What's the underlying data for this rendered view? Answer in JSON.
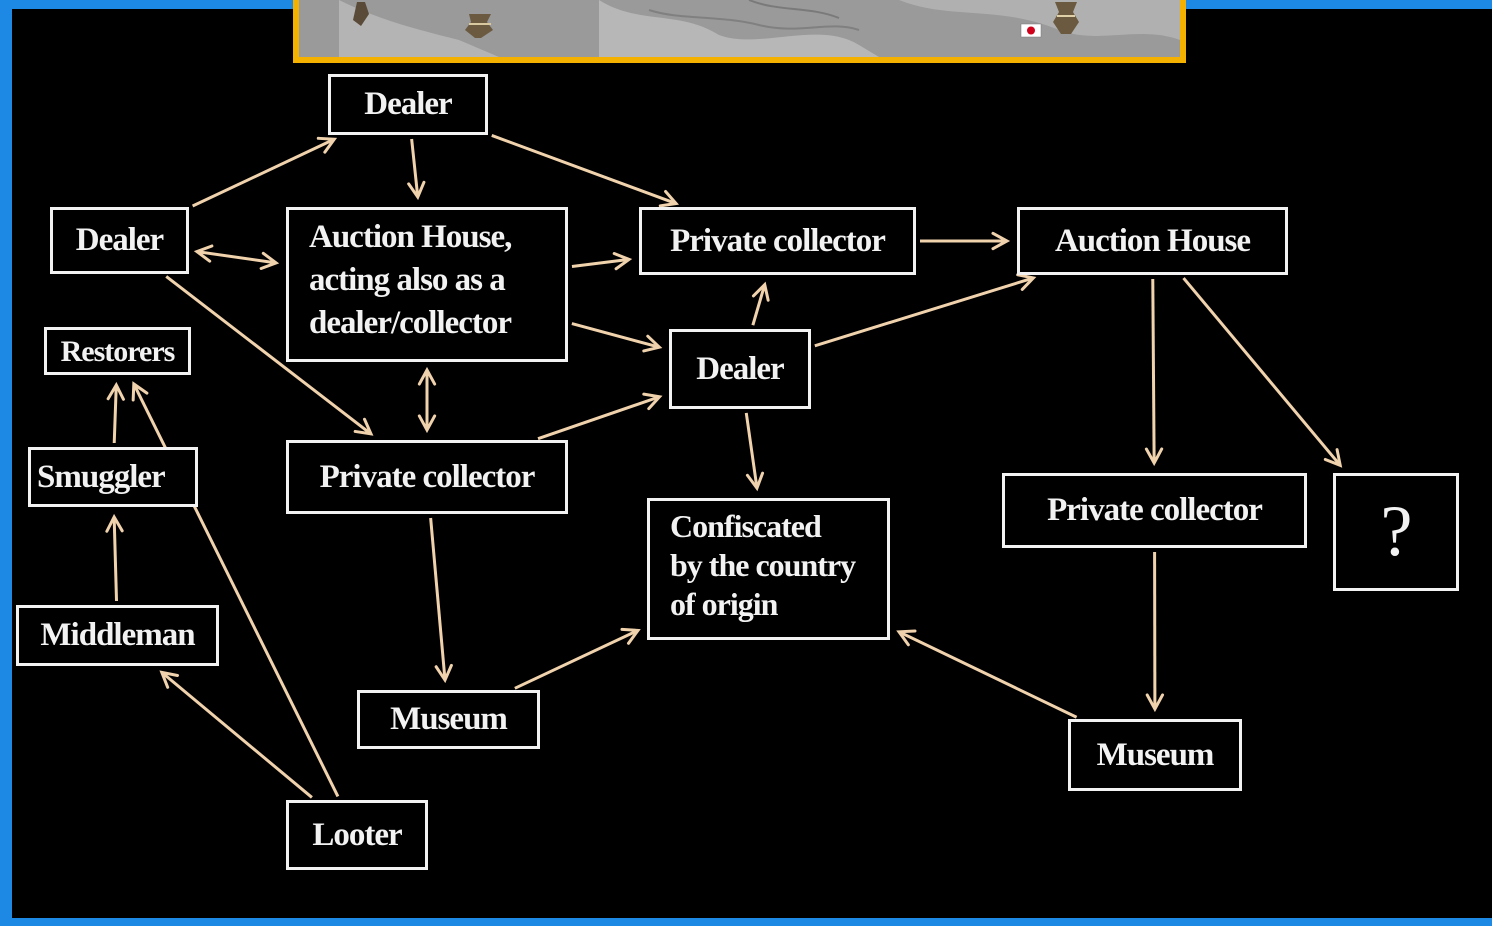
{
  "colors": {
    "frame": "#1e88e5",
    "map_border": "#f5b100",
    "arrow": "#f0d2ad",
    "box": "#f2f2f2",
    "background": "#000000"
  },
  "map_strip": {
    "flag_icon": "japan-flag-icon",
    "artifact_icons": [
      "vase-icon",
      "amphora-icon"
    ]
  },
  "nodes": {
    "dealer_top": "Dealer",
    "dealer_left": "Dealer",
    "restorers": "Restorers",
    "smuggler": "Smuggler",
    "middleman": "Middleman",
    "auction_house_dealer": "Auction House,\nacting also as a\ndealer/collector",
    "private_collector_left": "Private collector",
    "museum_left": "Museum",
    "looter": "Looter",
    "private_collector_center": "Private collector",
    "dealer_center": "Dealer",
    "confiscated": "Confiscated\nby the country\nof origin",
    "auction_house_right": "Auction House",
    "private_collector_right": "Private collector",
    "question": "?",
    "museum_right": "Museum"
  },
  "edges": [
    {
      "from": "dealer_left",
      "to": "dealer_top"
    },
    {
      "from": "dealer_top",
      "to": "auction_house_dealer"
    },
    {
      "from": "dealer_top",
      "to": "private_collector_center"
    },
    {
      "from": "dealer_left",
      "to": "auction_house_dealer",
      "bidirectional": true
    },
    {
      "from": "dealer_left",
      "to": "private_collector_left"
    },
    {
      "from": "smuggler",
      "to": "restorers"
    },
    {
      "from": "middleman",
      "to": "smuggler"
    },
    {
      "from": "looter",
      "to": "middleman"
    },
    {
      "from": "looter",
      "to": "restorers"
    },
    {
      "from": "auction_house_dealer",
      "to": "private_collector_center"
    },
    {
      "from": "auction_house_dealer",
      "to": "dealer_center"
    },
    {
      "from": "auction_house_dealer",
      "to": "private_collector_left",
      "bidirectional": true
    },
    {
      "from": "private_collector_left",
      "to": "dealer_center"
    },
    {
      "from": "private_collector_left",
      "to": "museum_left"
    },
    {
      "from": "museum_left",
      "to": "confiscated"
    },
    {
      "from": "dealer_center",
      "to": "private_collector_center"
    },
    {
      "from": "dealer_center",
      "to": "confiscated"
    },
    {
      "from": "dealer_center",
      "to": "auction_house_right"
    },
    {
      "from": "private_collector_center",
      "to": "auction_house_right"
    },
    {
      "from": "auction_house_right",
      "to": "private_collector_right"
    },
    {
      "from": "auction_house_right",
      "to": "question"
    },
    {
      "from": "private_collector_right",
      "to": "museum_right"
    },
    {
      "from": "museum_right",
      "to": "confiscated"
    }
  ]
}
